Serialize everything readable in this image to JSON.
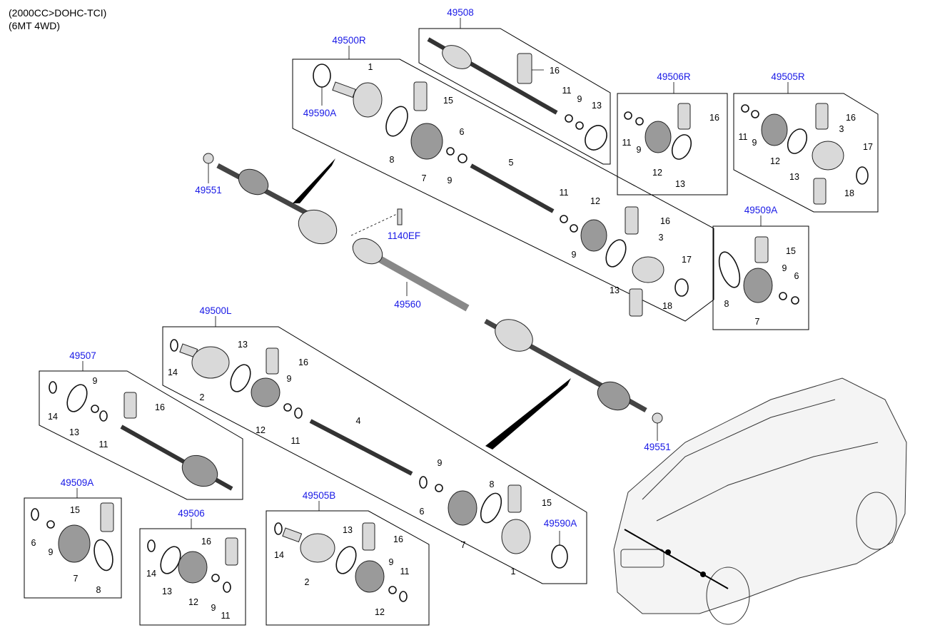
{
  "header": {
    "line1": "(2000CC>DOHC-TCI)",
    "line2": "(6MT 4WD)"
  },
  "colors": {
    "reference_link": "#1a1ae6",
    "line": "#000000",
    "part_fill": "#d9d9d9"
  },
  "groups": {
    "g49508": {
      "ref": "49508",
      "parts": [
        "16",
        "11",
        "9",
        "13"
      ]
    },
    "g49500R": {
      "ref": "49500R",
      "sub_ref": "49590A",
      "parts": [
        "1",
        "15",
        "8",
        "7",
        "6",
        "9",
        "5",
        "11",
        "12",
        "16",
        "9",
        "3",
        "13",
        "17",
        "18"
      ]
    },
    "g49506R": {
      "ref": "49506R",
      "parts": [
        "16",
        "11",
        "9",
        "12",
        "13"
      ]
    },
    "g49505R": {
      "ref": "49505R",
      "parts": [
        "16",
        "11",
        "9",
        "3",
        "17",
        "12",
        "13",
        "18"
      ]
    },
    "g49509A_right": {
      "ref": "49509A",
      "parts": [
        "15",
        "8",
        "9",
        "6",
        "7"
      ]
    },
    "g49500L": {
      "ref": "49500L",
      "sub_ref": "49590A",
      "parts": [
        "13",
        "16",
        "14",
        "9",
        "2",
        "12",
        "11",
        "4",
        "9",
        "8",
        "15",
        "6",
        "7",
        "1"
      ]
    },
    "g49507": {
      "ref": "49507",
      "parts": [
        "9",
        "16",
        "14",
        "13",
        "11"
      ]
    },
    "g49509A_left": {
      "ref": "49509A",
      "parts": [
        "15",
        "6",
        "9",
        "7",
        "8"
      ]
    },
    "g49506": {
      "ref": "49506",
      "parts": [
        "16",
        "14",
        "13",
        "12",
        "9",
        "11"
      ]
    },
    "g49505B": {
      "ref": "49505B",
      "parts": [
        "13",
        "16",
        "14",
        "2",
        "9",
        "11",
        "12"
      ]
    }
  },
  "loose_refs": {
    "nut_upper": "49551",
    "bolt": "1140EF",
    "center_shaft": "49560",
    "nut_lower": "49551"
  }
}
